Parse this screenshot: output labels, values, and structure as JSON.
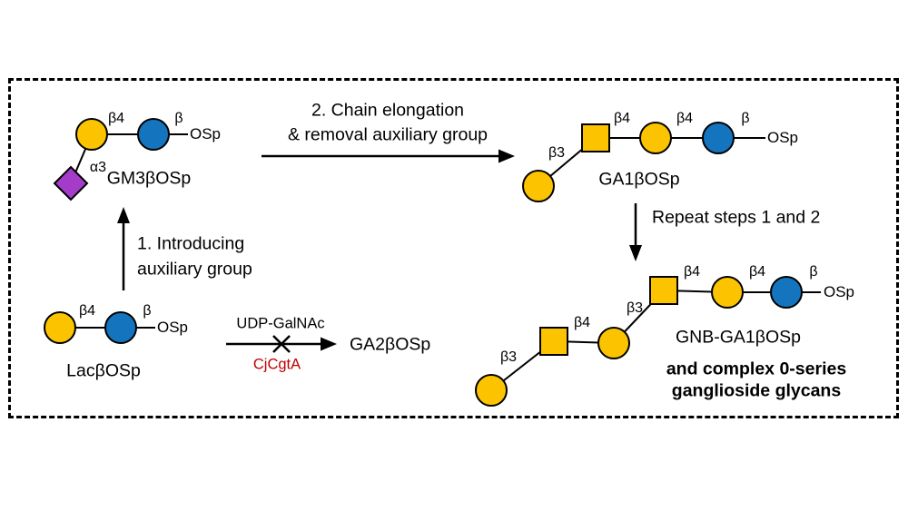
{
  "colors": {
    "gal_yellow": "#FCC400",
    "glc_blue": "#1474BE",
    "neu5ac_purple": "#A53CC9",
    "enzyme_red": "#C00000"
  },
  "gm3": {
    "name": "GM3βOSp",
    "linkage_a3": "α3",
    "linkage_b4": "β4",
    "linkage_b": "β",
    "osp": "OSp"
  },
  "ga1": {
    "name": "GA1βOSp",
    "linkage_b3": "β3",
    "linkage_b4_1": "β4",
    "linkage_b4_2": "β4",
    "linkage_b": "β",
    "osp": "OSp"
  },
  "lac": {
    "name": "LacβOSp",
    "linkage_b4": "β4",
    "linkage_b": "β",
    "osp": "OSp"
  },
  "ga2": {
    "name": "GA2βOSp",
    "reagent": "UDP-GalNAc",
    "enzyme": "CjCgtA"
  },
  "gnb": {
    "name": "GNB-GA1βOSp",
    "linkage_b3_1": "β3",
    "linkage_b4_1": "β4",
    "linkage_b3_2": "β3",
    "linkage_b4_2": "β4",
    "linkage_b4_3": "β4",
    "linkage_b": "β",
    "osp": "OSp",
    "note_line1": "and complex 0-series",
    "note_line2": "ganglioside glycans"
  },
  "steps": {
    "step1_line1": "1. Introducing",
    "step1_line2": "auxiliary group",
    "step2_line1": "2. Chain elongation",
    "step2_line2": "& removal auxiliary group",
    "repeat": "Repeat steps 1 and 2"
  }
}
